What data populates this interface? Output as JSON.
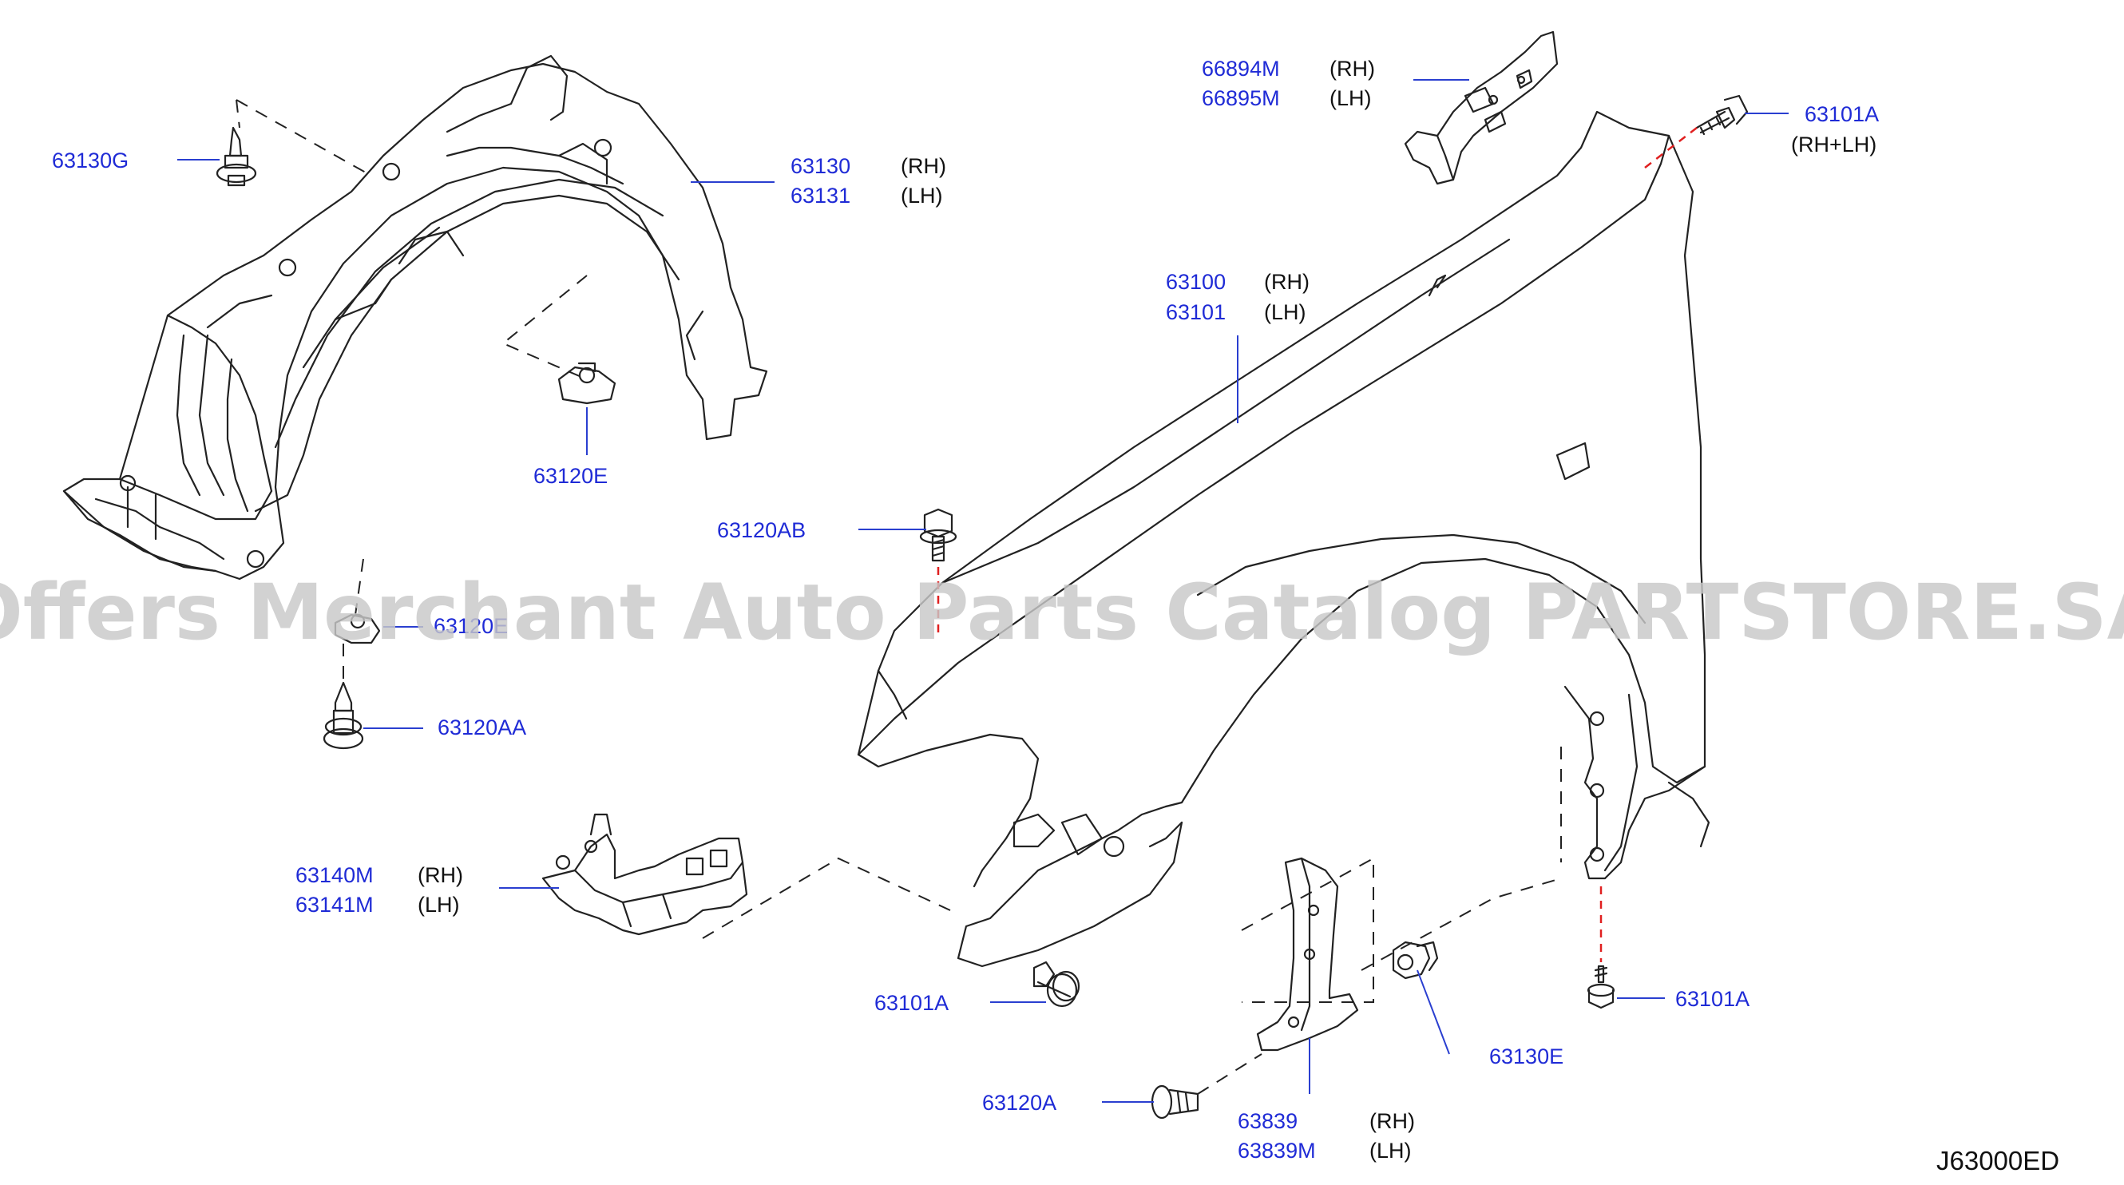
{
  "watermark": "Offers Merchant Auto Parts Catalog PARTSTORE.SA",
  "diagram_code": "J63000ED",
  "colors": {
    "part_number": "#1f2bd6",
    "line_art": "#222222",
    "watermark": "#c8c8c8",
    "fastener_axis": "#e02020"
  },
  "callouts": {
    "c63130G": {
      "part": "63130G"
    },
    "c63130": {
      "part": "63130",
      "side": "(RH)"
    },
    "c63131": {
      "part": "63131",
      "side": "(LH)"
    },
    "c63120E_top": {
      "part": "63120E"
    },
    "c63120E_mid": {
      "part": "63120E"
    },
    "c63120AA": {
      "part": "63120AA"
    },
    "c63140M": {
      "part": "63140M",
      "side": "(RH)"
    },
    "c63141M": {
      "part": "63141M",
      "side": "(LH)"
    },
    "c66894M": {
      "part": "66894M",
      "side": "(RH)"
    },
    "c66895M": {
      "part": "66895M",
      "side": "(LH)"
    },
    "c63101A_top": {
      "part": "63101A",
      "side": "(RH+LH)"
    },
    "c63100": {
      "part": "63100",
      "side": "(RH)"
    },
    "c63101": {
      "part": "63101",
      "side": "(LH)"
    },
    "c63120AB": {
      "part": "63120AB"
    },
    "c63101A_mid": {
      "part": "63101A"
    },
    "c63101A_right": {
      "part": "63101A"
    },
    "c63130E": {
      "part": "63130E"
    },
    "c63120A": {
      "part": "63120A"
    },
    "c63839": {
      "part": "63839",
      "side": "(RH)"
    },
    "c63839M": {
      "part": "63839M",
      "side": "(LH)"
    }
  }
}
